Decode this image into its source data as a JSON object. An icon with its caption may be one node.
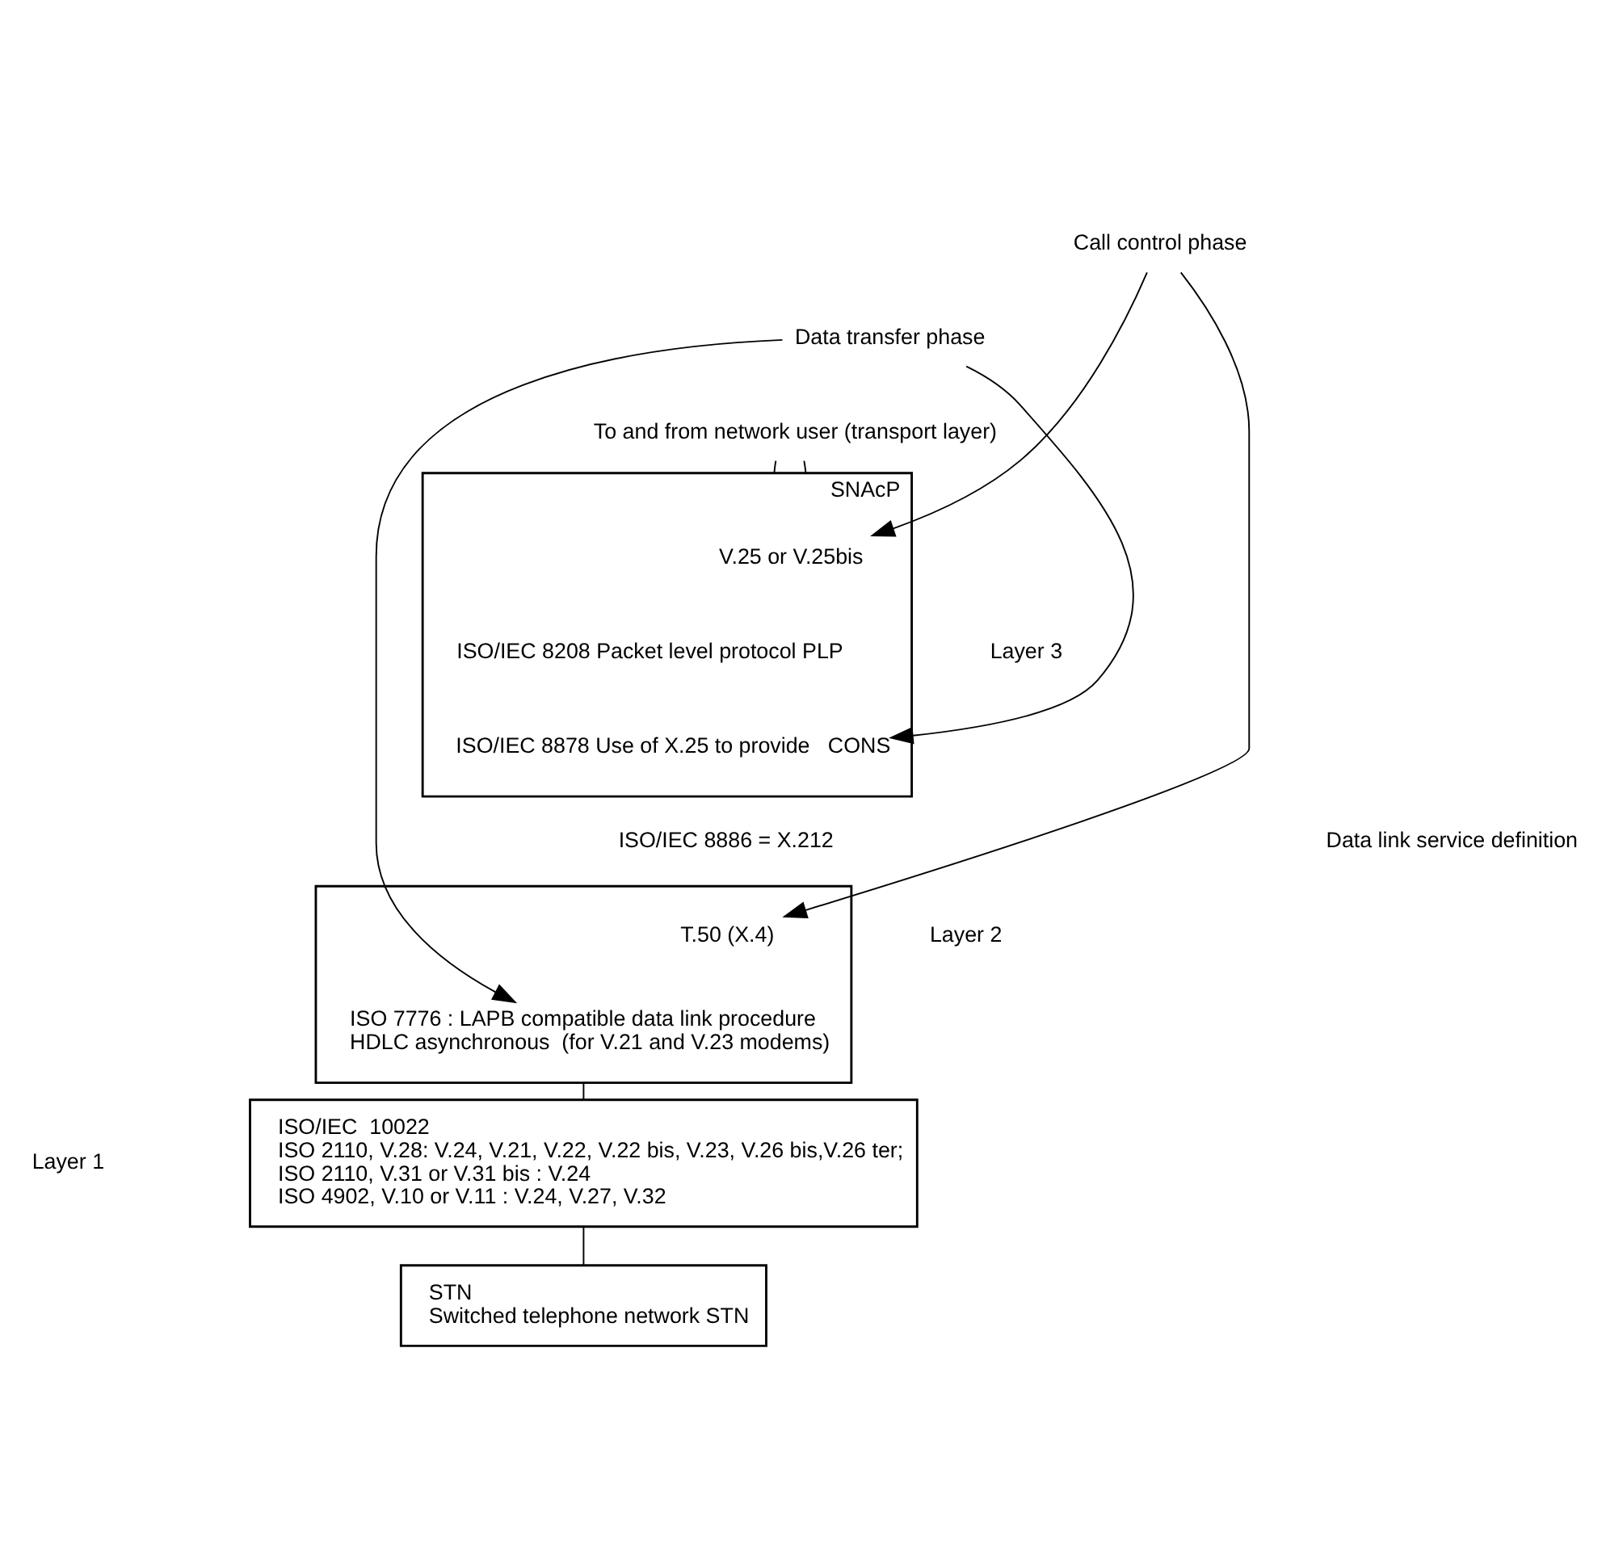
{
  "diagram": {
    "nodes": [
      {
        "text": [
          "Call control phase"
        ]
      },
      {
        "text": [
          "Data transfer phase"
        ]
      },
      {
        "text": [
          "To and from network user (transport layer)"
        ]
      },
      {
        "text": [],
        "shape": "box",
        "beside": [
          "SNAcP"
        ]
      },
      {
        "text": [
          "V.25 or V.25bis"
        ],
        "in": 3
      },
      {
        "text": [
          "ISO/IEC 8208 Packet level protocol PLP"
        ],
        "in": 3
      },
      {
        "text": [
          "ISO/IEC 8878 Use of X.25 to provide   CONS"
        ],
        "in": 3
      },
      {
        "text": [],
        "shape": "box"
      },
      {
        "text": [
          "T.50 (X.4)"
        ],
        "in": 7
      },
      {
        "text": [
          "ISO 7776 : LAPB compatible data link procedure",
          "HDLC asynchronous  (for V.21 and V.23 modems)"
        ],
        "in": 7
      },
      {
        "text": [
          "ISO/IEC  10022",
          "ISO 2110, V.28: V.24, V.21, V.22, V.22 bis, V.23, V.26 bis,V.26 ter;",
          "ISO 2110, V.31 or V.31 bis : V.24",
          "ISO 4902, V.10 or V.11 : V.24, V.27, V.32"
        ]
      },
      {
        "text": [
          "STN",
          "Switched telephone network STN"
        ]
      }
    ],
    "edges": [
      {
        "from": 0,
        "to": 4,
        "arrow": "to"
      },
      {
        "from": 0,
        "to": 8,
        "arrow": "to"
      },
      {
        "from": 1,
        "to": 6,
        "arrow": "to"
      },
      {
        "from": 1,
        "to": 9,
        "arrow": "to"
      },
      {
        "from": 2,
        "to": 3,
        "arrow": "none"
      },
      {
        "from": 2,
        "to": 3,
        "arrow": "none"
      },
      {
        "from": 7,
        "to": 10,
        "arrow": "none"
      },
      {
        "from": 10,
        "to": 11,
        "arrow": "none"
      }
    ],
    "labels": [
      "Layer 3",
      "ISO/IEC 8886 = X.212",
      "Data link service definition",
      "Layer 2",
      "Layer 1"
    ]
  }
}
